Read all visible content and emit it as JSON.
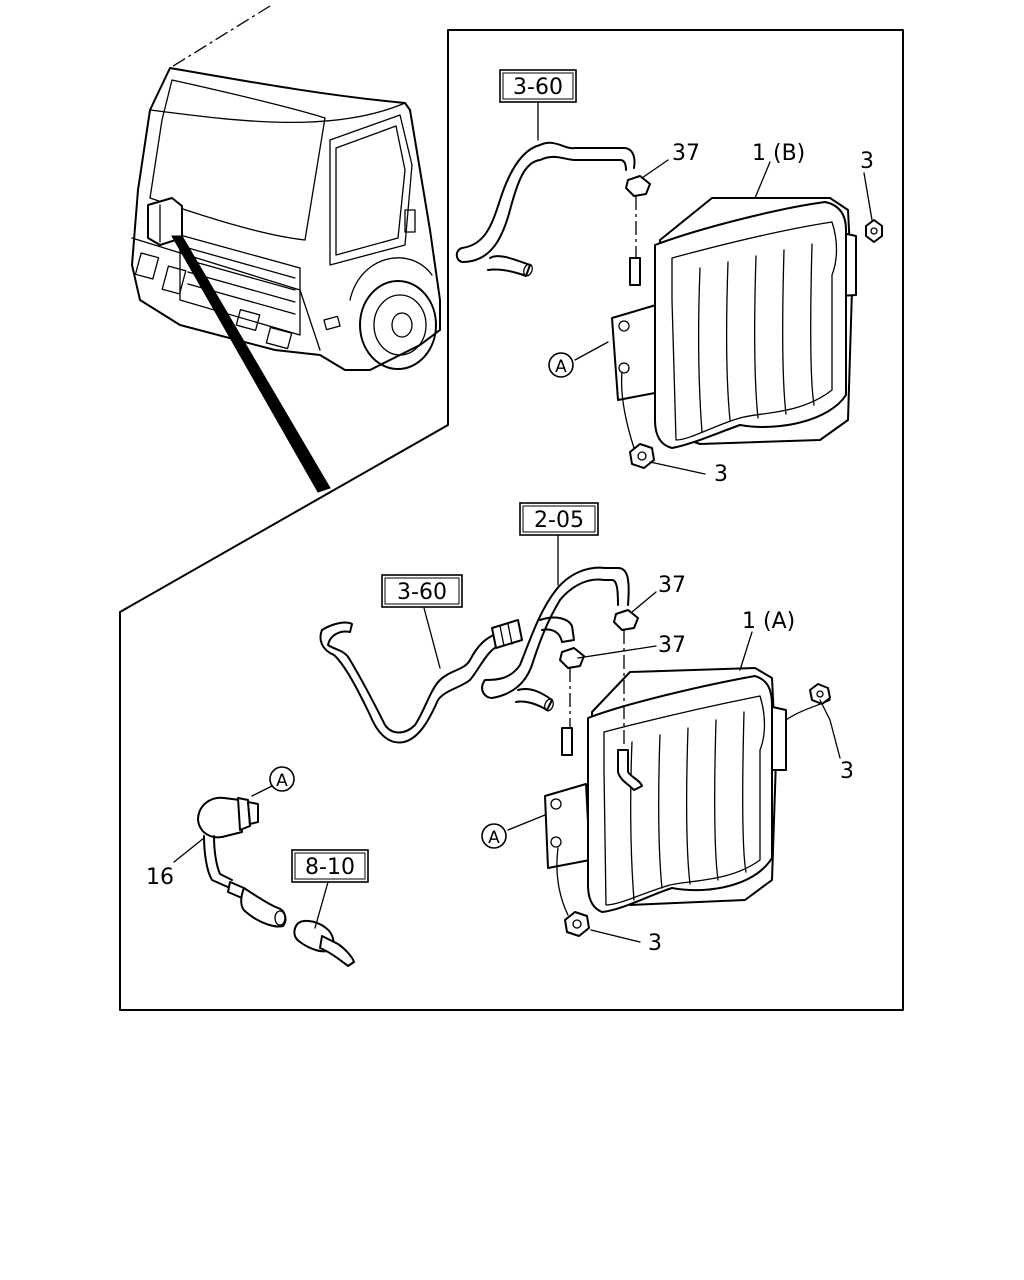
{
  "labels": {
    "ref_3_60_top": "3-60",
    "ref_2_05": "2-05",
    "ref_3_60_bottom": "3-60",
    "ref_8_10": "8-10",
    "part_1b": "1 (B)",
    "part_1a": "1 (A)",
    "part_37": "37",
    "part_3": "3",
    "part_16": "16",
    "marker_a": "A"
  }
}
